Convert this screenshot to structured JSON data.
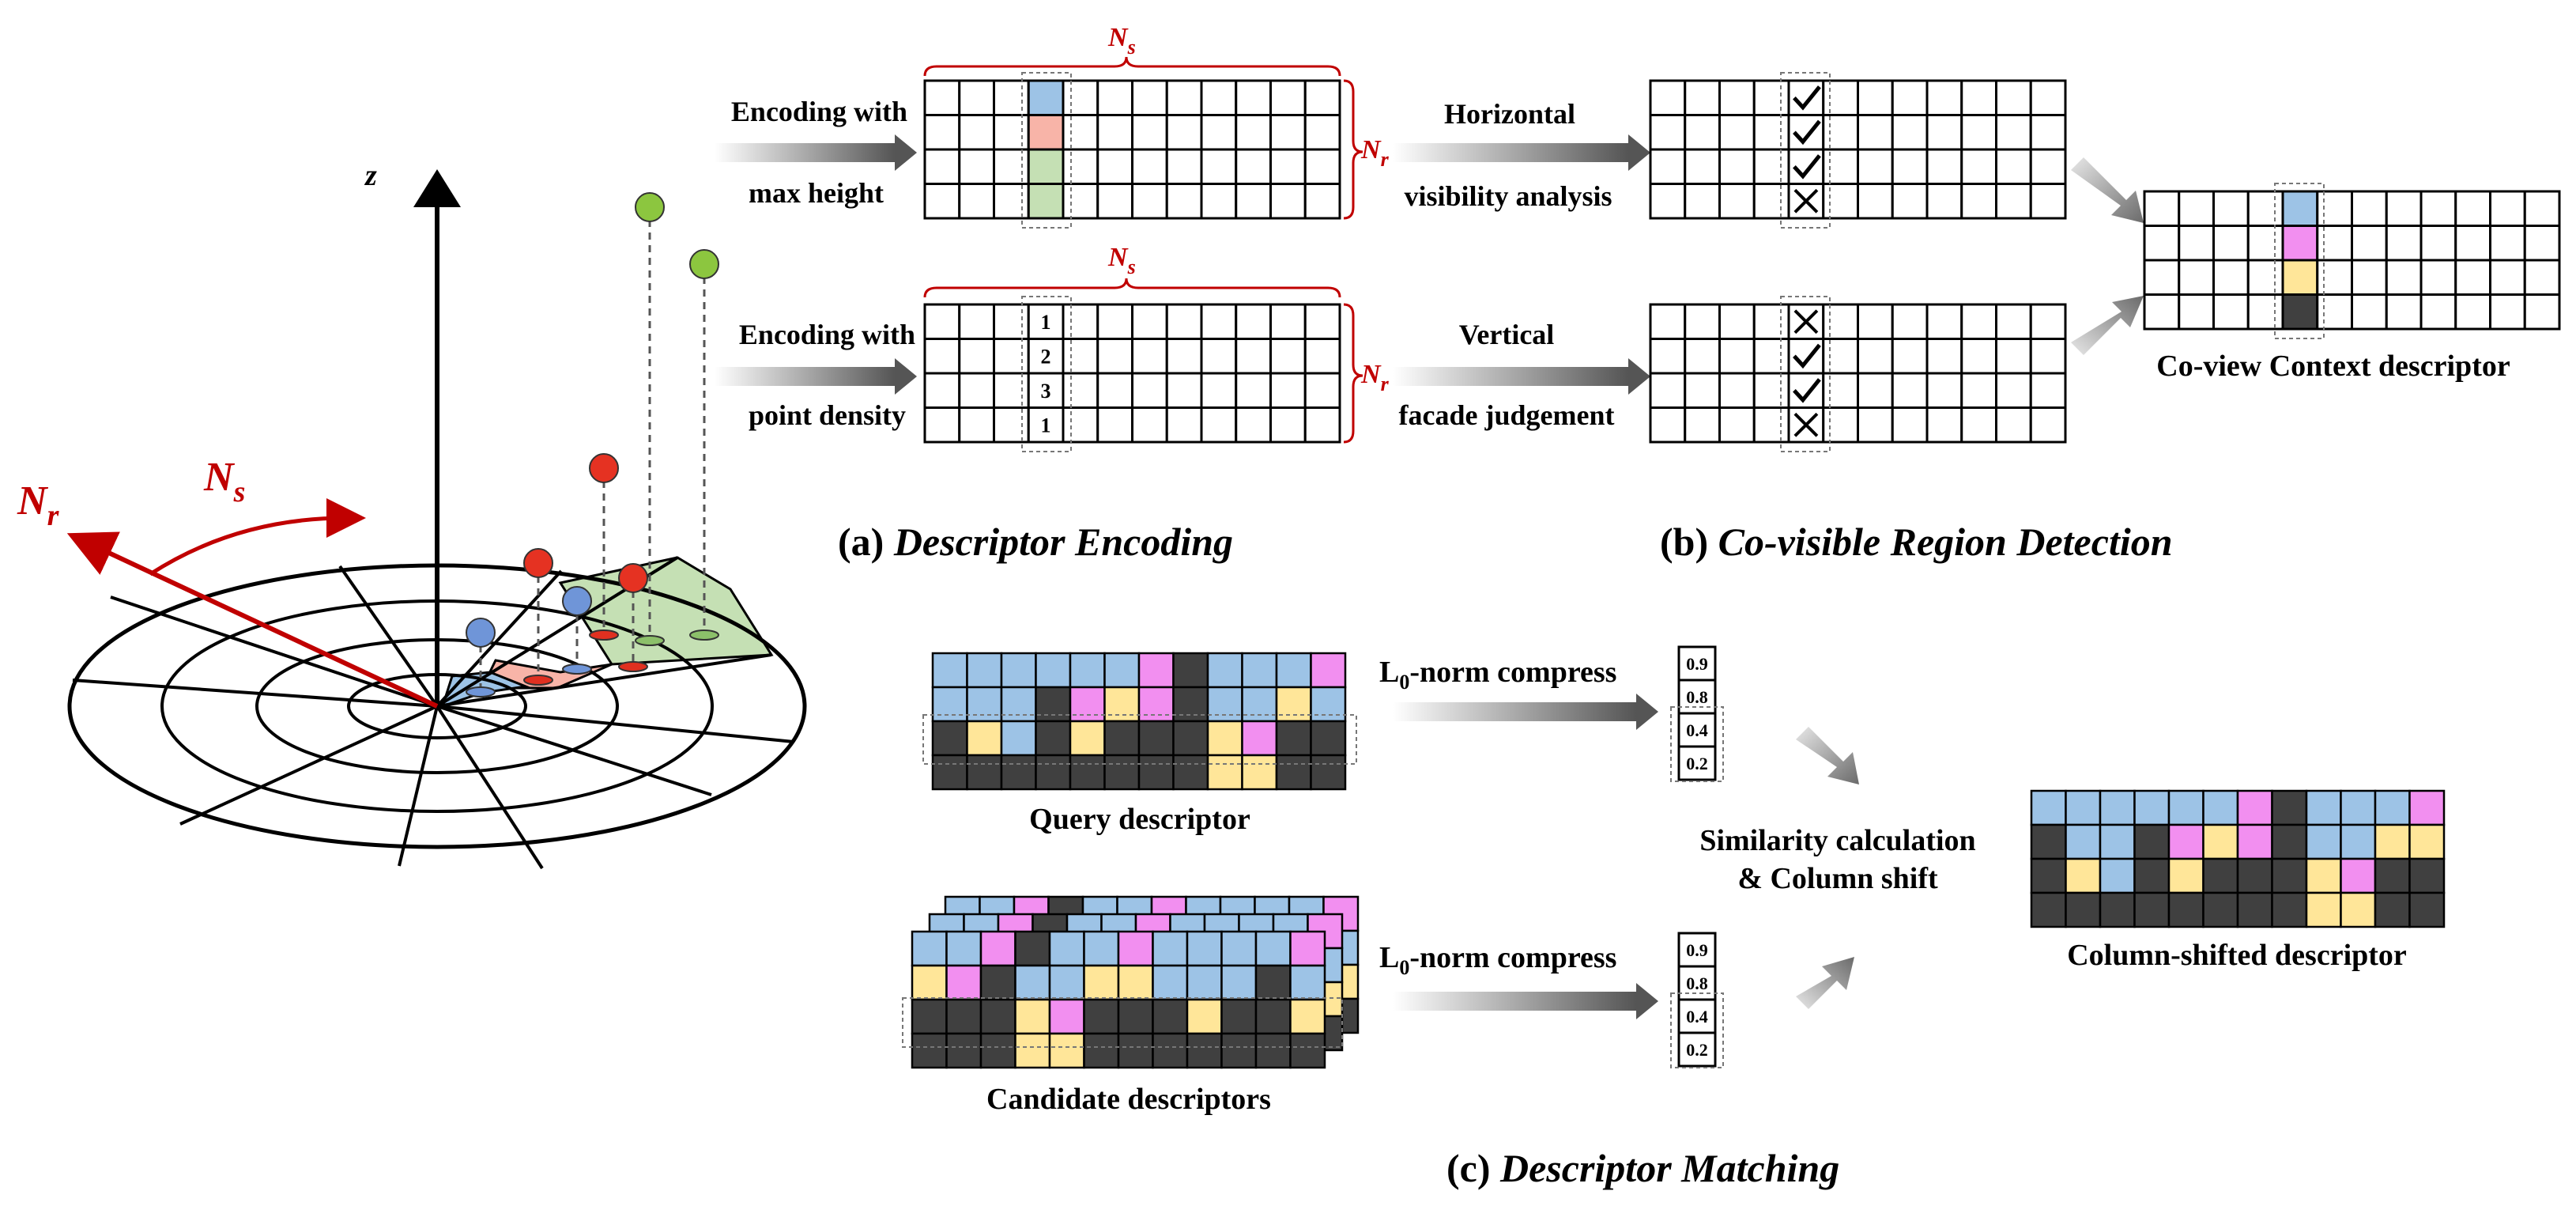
{
  "colors": {
    "blue": "#9DC3E6",
    "pink": "#F4B183",
    "salmon": "#F8B4A8",
    "green": "#C5E0B4",
    "magenta": "#F28FF0",
    "yellow": "#FFE699",
    "dark": "#404040",
    "accent_red": "#C00000",
    "arrow_gray": "#595959"
  },
  "axes": {
    "z": "z",
    "nr_main": "N",
    "nr_sub": "r",
    "ns_main": "N",
    "ns_sub": "s"
  },
  "section_a": {
    "row1_label_line1": "Encoding with",
    "row1_label_line2": "max height",
    "row2_label_line1": "Encoding with",
    "row2_label_line2": "point density",
    "density_values": [
      "1",
      "2",
      "3",
      "1"
    ],
    "caption_prefix": "(a) ",
    "caption_title": "Descriptor Encoding"
  },
  "section_b": {
    "row1_label_line1": "Horizontal",
    "row1_label_line2": "visibility analysis",
    "row2_label_line1": "Vertical",
    "row2_label_line2": "facade judgement",
    "row1_marks": [
      "check",
      "check",
      "check",
      "cross"
    ],
    "row2_marks": [
      "cross",
      "check",
      "check",
      "cross"
    ],
    "output_label": "Co-view Context descriptor",
    "caption_prefix": "(b) ",
    "caption_title": "Co-visible Region Detection"
  },
  "section_c": {
    "query_label": "Query descriptor",
    "candidate_label": "Candidate descriptors",
    "compress_label_pre": "L",
    "compress_label_sub": "0",
    "compress_label_post": "-norm compress",
    "vector_values": [
      "0.9",
      "0.8",
      "0.4",
      "0.2"
    ],
    "similarity_line1": "Similarity calculation",
    "similarity_line2": "& Column shift",
    "shifted_label": "Column-shifted descriptor",
    "caption_prefix": "(c) ",
    "caption_title": "Descriptor Matching"
  },
  "grids": {
    "query": [
      "BBBBBBMDBBBM",
      "BBBDMYMDBBYB",
      "DYBDYDDDYMDD",
      "DDDDDDDDYYDD"
    ],
    "candidate": [
      "BBMDBBMBBBBM",
      "YMDBBYYBBBDB",
      "DDDYMDDDYDDY",
      "DDDYYDDDDDDD"
    ],
    "shifted": [
      "BBBBBBMDBBBM",
      "DBBDMYMDBBYY",
      "DYBDYDDDYMDD",
      "DDDDDDDDYYDD"
    ],
    "coview_column": [
      "B",
      "M",
      "Y",
      "D"
    ]
  }
}
